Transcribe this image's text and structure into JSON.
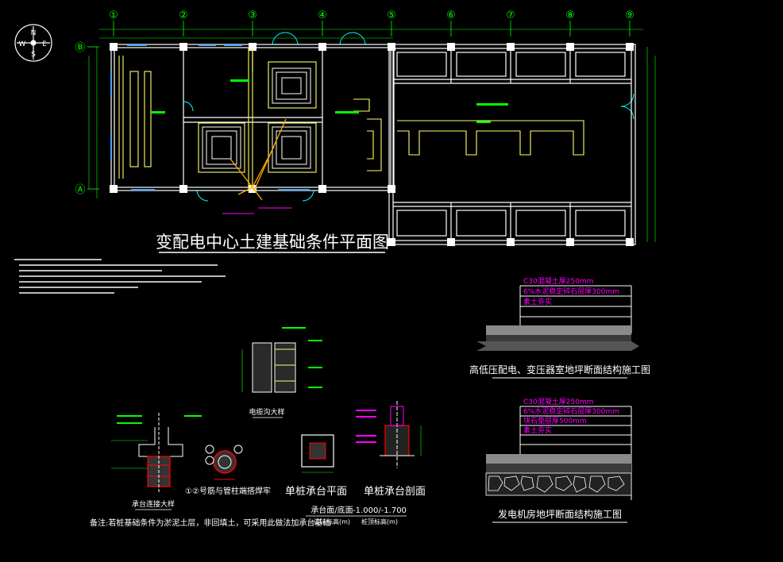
{
  "drawing": {
    "main_title": "变配电中心土建基础条件平面图",
    "axis_numbers": [
      "①",
      "②",
      "③",
      "④",
      "⑤",
      "⑥",
      "⑦",
      "⑧",
      "⑨"
    ],
    "axis_letters": [
      "Ⓑ",
      "Ⓐ"
    ],
    "compass_letters": [
      "N",
      "E",
      "S",
      "W"
    ],
    "section_titles": {
      "floor_a": "高低压配电、变压器室地坪断面结构施工图",
      "floor_b": "发电机房地坪断面结构施工图",
      "pile_plan": "单桩承台平面",
      "pile_section": "单桩承台剖面",
      "pipe_note": "①②号筋与管柱端搭焊牢",
      "trench_detail": "电缆沟大样",
      "joint_detail": "承台连接大样"
    },
    "layer_labels_a": [
      "C30混凝土厚250mm",
      "6%水泥稳定碎石层厚300mm",
      "素土夯实"
    ],
    "layer_labels_b": [
      "C30混凝土厚250mm",
      "6%水泥稳定碎石层厚300mm",
      "块石垫层厚500mm",
      "素土夯实"
    ],
    "pile_table": {
      "row1_label": "承台面/底面",
      "row1_value": "-1.000/-1.700",
      "row2_label": "设计标高(m)",
      "row2_value": "桩顶标高(m)"
    },
    "bottom_note": "备注:若桩基础条件为淤泥土层，非回填土，可采用此做法加承台基础"
  },
  "colors": {
    "background": "#000000",
    "wall": "#ffffff",
    "grid": "#00ff00",
    "dim": "#00ff00",
    "trench": "#ffff66",
    "column": "#ffffff",
    "magenta": "#ff00ff",
    "red": "#ff0000",
    "cyan": "#00ffff",
    "blue": "#4aa3ff",
    "orange": "#ffaa00"
  }
}
